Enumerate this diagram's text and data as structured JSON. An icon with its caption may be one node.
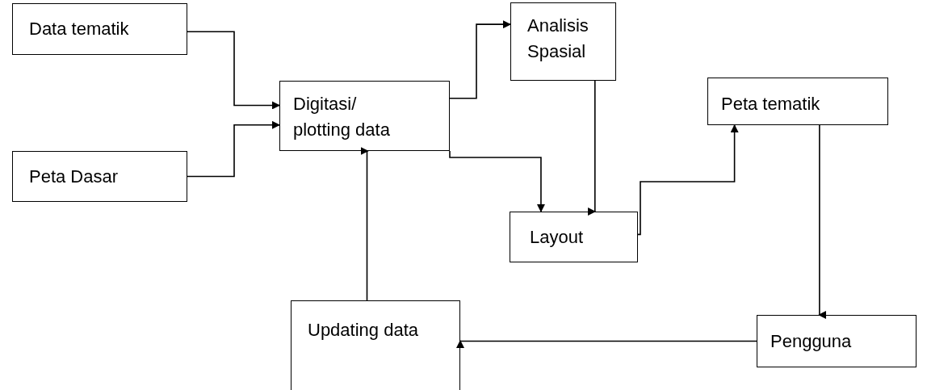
{
  "diagram": {
    "nodes": [
      {
        "text": [
          "Data tematik"
        ]
      },
      {
        "text": [
          "Peta Dasar"
        ]
      },
      {
        "text": [
          "Digitasi/ plotting data"
        ]
      },
      {
        "text": [
          "Analisis Spasial"
        ]
      },
      {
        "text": [
          "Peta tematik"
        ]
      },
      {
        "text": [
          "Layout"
        ]
      },
      {
        "text": [
          "Updating data"
        ]
      },
      {
        "text": [
          "Pengguna"
        ]
      }
    ],
    "edges": [
      {
        "from": 0,
        "to": 2,
        "arrow": "to"
      },
      {
        "from": 1,
        "to": 2,
        "arrow": "to"
      },
      {
        "from": 2,
        "to": 3,
        "arrow": "to"
      },
      {
        "from": 2,
        "to": 5,
        "arrow": "to"
      },
      {
        "from": 3,
        "to": 5,
        "arrow": "to"
      },
      {
        "from": 5,
        "to": 4,
        "arrow": "to"
      },
      {
        "from": 4,
        "to": 7,
        "arrow": "to"
      },
      {
        "from": 7,
        "to": 6,
        "arrow": "to"
      },
      {
        "from": 6,
        "to": 2,
        "arrow": "to"
      }
    ]
  }
}
